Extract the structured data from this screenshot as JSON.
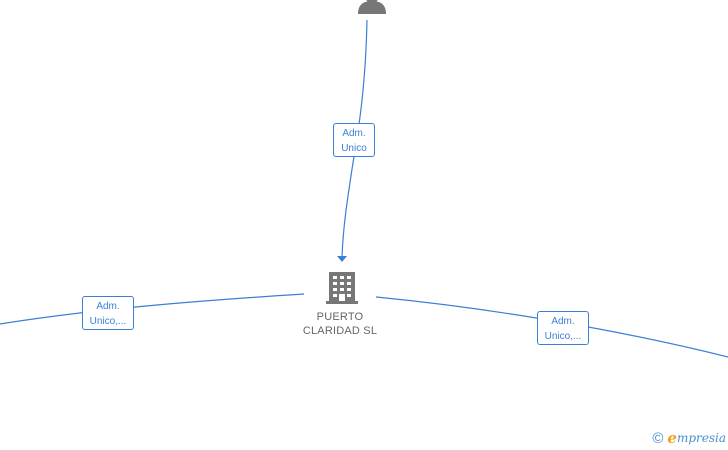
{
  "colors": {
    "edge": "#3b7fd4",
    "node_icon": "#777777",
    "label_text": "#666666",
    "brand_accent": "#f0a020",
    "brand_text": "#4a8fd0"
  },
  "nodes": {
    "company": {
      "name_line1": "PUERTO",
      "name_line2": "CLARIDAD SL",
      "icon": "building-icon"
    },
    "person_top": {
      "icon": "person-icon"
    }
  },
  "edges": [
    {
      "id": "top",
      "line1": "Adm.",
      "line2": "Unico"
    },
    {
      "id": "left",
      "line1": "Adm.",
      "line2": "Unico,..."
    },
    {
      "id": "right",
      "line1": "Adm.",
      "line2": "Unico,..."
    }
  ],
  "footer": {
    "copyright": "©",
    "brand_initial": "e",
    "brand_rest": "mpresia"
  }
}
